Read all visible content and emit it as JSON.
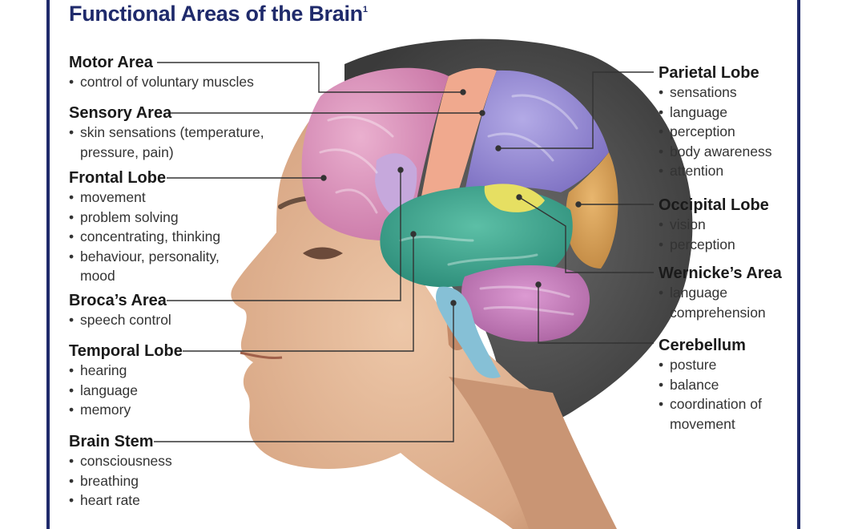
{
  "title": "Functional Areas of the Brain",
  "title_sup": "1",
  "areas_left": [
    {
      "name": "Motor Area",
      "items": [
        "control of voluntary muscles"
      ]
    },
    {
      "name": "Sensory Area",
      "items": [
        "skin sensations (temperature,",
        "pressure, pain)"
      ]
    },
    {
      "name": "Frontal Lobe",
      "items": [
        "movement",
        "problem solving",
        "concentrating, thinking",
        "behaviour, personality,",
        "mood"
      ]
    },
    {
      "name": "Broca’s Area",
      "items": [
        "speech control"
      ]
    },
    {
      "name": "Temporal Lobe",
      "items": [
        "hearing",
        "language",
        "memory"
      ]
    },
    {
      "name": "Brain Stem",
      "items": [
        "consciousness",
        "breathing",
        "heart rate"
      ]
    }
  ],
  "areas_right": [
    {
      "name": "Parietal Lobe",
      "items": [
        "sensations",
        "language",
        "perception",
        "body awareness",
        "attention"
      ]
    },
    {
      "name": "Occipital Lobe",
      "items": [
        "vision",
        "perception"
      ]
    },
    {
      "name": "Wernicke’s Area",
      "items": [
        "language",
        "comprehension"
      ]
    },
    {
      "name": "Cerebellum",
      "items": [
        "posture",
        "balance",
        "coordination of",
        "movement"
      ]
    }
  ],
  "colors": {
    "frame": "#1f2a6b",
    "frontal": "#d98fb8",
    "motor": "#f2a98c",
    "sensory": "#c9a4d9",
    "parietal": "#9b8fd6",
    "occipital": "#d9a35a",
    "temporal": "#3fa38f",
    "wernicke": "#e8e060",
    "cerebellum": "#c97fbf",
    "brainstem": "#7fb8d1",
    "skin": "#e0b596",
    "hair": "#4a4a4a"
  }
}
